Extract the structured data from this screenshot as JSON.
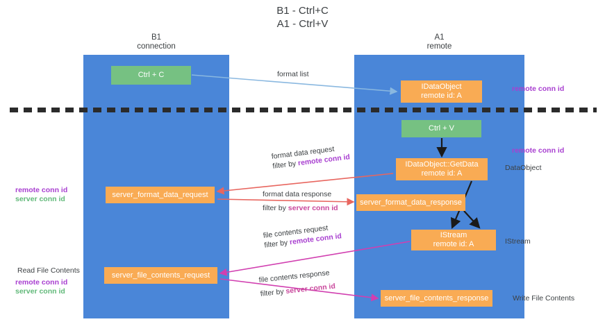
{
  "title": "B1 - Ctrl+C\nA1 - Ctrl+V",
  "columns": {
    "left": {
      "head": "B1\nconnection"
    },
    "right": {
      "head": "A1\nremote"
    }
  },
  "nodes": {
    "ctrl_c": "Ctrl + C",
    "idataobject": "IDataObject\nremote id: A",
    "ctrl_v": "Ctrl + V",
    "getdata": "IDataObject::GetData\nremote id: A",
    "server_format_data_request": "server_format_data_request",
    "server_format_data_response": "server_format_data_response",
    "istream": "IStream\nremote id: A",
    "server_file_contents_request": "server_file_contents_request",
    "server_file_contents_response": "server_file_contents_response"
  },
  "labels": {
    "format_list": "format list",
    "remote_conn_id_top": "remote conn id",
    "remote_conn_id_mid": "remote conn id",
    "dataobject": "DataObject",
    "istream": "IStream",
    "write_file_contents": "Write File Contents",
    "read_file_contents": "Read File Contents",
    "left_remote_conn_id": "remote conn id",
    "left_server_conn_id": "server conn id",
    "left_remote_conn_id_2": "remote conn id",
    "left_server_conn_id_2": "server conn id"
  },
  "flows": {
    "format_data_request": {
      "line1": "format data request",
      "line2_prefix": "filter by ",
      "line2_key": "remote conn id"
    },
    "format_data_response": {
      "line1": "format data response",
      "line2_prefix": "filter by ",
      "line2_key": "server conn id"
    },
    "file_contents_request": {
      "line1": "file contents request",
      "line2_prefix": "filter by ",
      "line2_key": "remote conn id"
    },
    "file_contents_response": {
      "line1": "file contents response",
      "line2_prefix": "filter by ",
      "line2_key": "server conn id"
    }
  },
  "colors": {
    "lane_blue": "#4a86d8",
    "node_green": "#76c182",
    "node_orange": "#f9ab54",
    "remote_conn_purple": "#a83fd0",
    "server_conn_green": "#62b97a",
    "server_conn_pink": "#c9479c",
    "arrow_blue": "#8ab8e0",
    "arrow_red": "#e8665f",
    "arrow_magenta": "#d13fb0",
    "arrow_black": "#1a1a1a",
    "divider_black": "#2b2b2b"
  }
}
